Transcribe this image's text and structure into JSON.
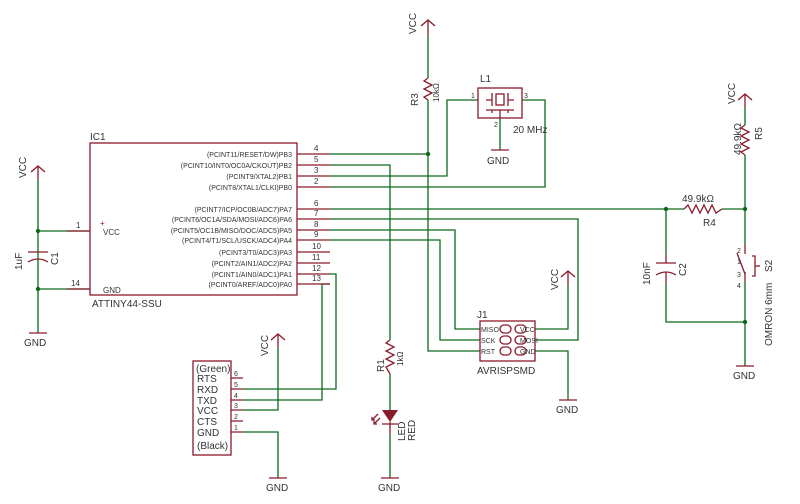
{
  "ic1": {
    "ref": "IC1",
    "name": "ATTINY44-SSU",
    "left_pins": [
      {
        "num": "1",
        "name": "VCC"
      },
      {
        "num": "14",
        "name": "GND"
      }
    ],
    "right_pins": [
      {
        "num": "4",
        "name": "(PCINT11/RESET/DW)PB3"
      },
      {
        "num": "5",
        "name": "(PCINT10/INT0/OC0A/CKOUT)PB2"
      },
      {
        "num": "3",
        "name": "(PCINT9/XTAL2)PB1"
      },
      {
        "num": "2",
        "name": "(PCINT8/XTAL1/CLKI)PB0"
      },
      {
        "num": "6",
        "name": "(PCINT7/ICP/OC0B/ADC7)PA7"
      },
      {
        "num": "7",
        "name": "(PCINT6/OC1A/SDA/MOSI/ADC6)PA6"
      },
      {
        "num": "8",
        "name": "(PCINT5/OC1B/MISO/DOC/ADC5)PA5"
      },
      {
        "num": "9",
        "name": "(PCINT4/T1/SCL/USCK/ADC4)PA4"
      },
      {
        "num": "10",
        "name": "(PCINT3/T0/ADC3)PA3"
      },
      {
        "num": "11",
        "name": "(PCINT2/AIN1/ADC2)PA2"
      },
      {
        "num": "12",
        "name": "(PCINT1/AIN0/ADC1)PA1"
      },
      {
        "num": "13",
        "name": "(PCINT0/AREF/ADC0)PA0"
      }
    ]
  },
  "c1": {
    "ref": "C1",
    "value": "1uF"
  },
  "c2": {
    "ref": "C2",
    "value": "10nF"
  },
  "r1": {
    "ref": "R1",
    "value": "1kΩ"
  },
  "r3": {
    "ref": "R3",
    "value": "10kΩ"
  },
  "r4": {
    "ref": "R4",
    "value": "49.9kΩ"
  },
  "r5": {
    "ref": "R5",
    "value": "49.9kΩ"
  },
  "l1": {
    "ref": "L1",
    "value": "20 MHz",
    "pins": [
      "1",
      "2",
      "3"
    ]
  },
  "led": {
    "ref": "LED",
    "value": "RED"
  },
  "s2": {
    "ref": "S2",
    "value": "OMRON 6mm",
    "pins": [
      "1",
      "2",
      "3",
      "4"
    ]
  },
  "j1": {
    "ref": "J1",
    "name": "AVRISPSMD",
    "pins": [
      "MISO",
      "SCK",
      "RST",
      "VCC",
      "MOSI",
      "GND"
    ]
  },
  "ftdi": {
    "top": "(Green)",
    "bottom": "(Black)",
    "pins": [
      {
        "name": "RTS",
        "num": "6"
      },
      {
        "name": "RXD",
        "num": "5"
      },
      {
        "name": "TXD",
        "num": "4"
      },
      {
        "name": "VCC",
        "num": "3"
      },
      {
        "name": "CTS",
        "num": "2"
      },
      {
        "name": "GND",
        "num": "1"
      }
    ]
  },
  "power": {
    "vcc": "VCC",
    "gnd": "GND"
  },
  "colors": {
    "wire": "#0c6b1a",
    "symbol": "#8a1a2a"
  }
}
